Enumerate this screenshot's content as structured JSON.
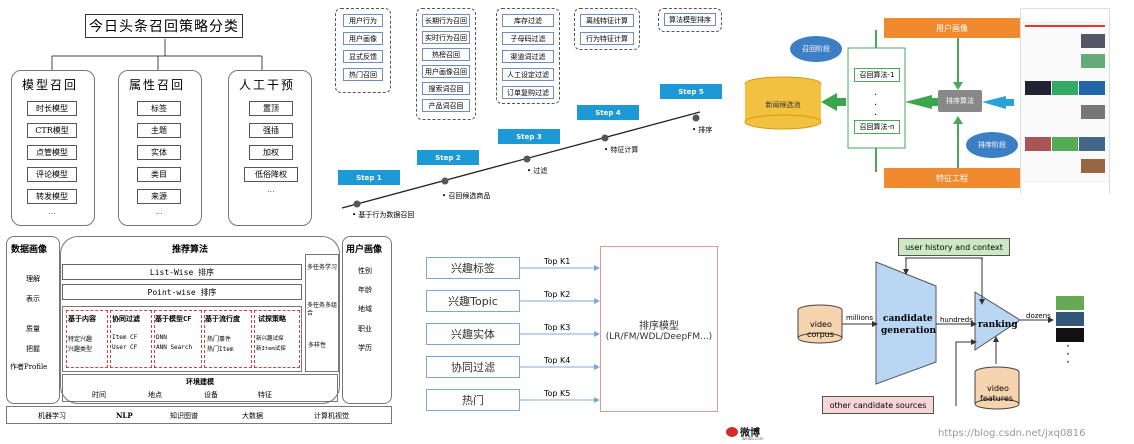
{
  "panel1": {
    "title": "今日头条召回策略分类",
    "groups": [
      {
        "label": "模型召回",
        "items": [
          "时长模型",
          "CTR模型",
          "点管模型",
          "评论模型",
          "转发模型",
          "..."
        ]
      },
      {
        "label": "属性召回",
        "items": [
          "标签",
          "主题",
          "实体",
          "类目",
          "来源",
          "..."
        ]
      },
      {
        "label": "人工干预",
        "items": [
          "置顶",
          "强插",
          "加权",
          "低俗降权",
          "..."
        ]
      }
    ]
  },
  "panel2": {
    "col1": [
      "用户行为",
      "用户画像",
      "显式反馈",
      "热门召回"
    ],
    "col2": [
      "长期行为召回",
      "实时行为召回",
      "热榜召回",
      "用户画像召回",
      "搜索词召回",
      "产品词召回"
    ],
    "col3": [
      "库存过滤",
      "子母码过滤",
      "渠道词过滤",
      "人工设定过滤",
      "订单复购过滤"
    ],
    "col4": [
      "离线特征计算",
      "行为特征计算"
    ],
    "col5": [
      "算法模型排序"
    ],
    "steps": [
      "Step 1",
      "Step 2",
      "Step 3",
      "Step 4",
      "Step 5"
    ],
    "point_labels": [
      "基于行为数据召回",
      "召回候选商品",
      "过滤",
      "特征计算",
      "排序"
    ]
  },
  "panel3": {
    "recall_stage": "召回阶段",
    "rank_stage": "排序阶段",
    "user_profile": "用户画像",
    "feature_eng": "特征工程",
    "news_pool": "新闻候选池",
    "algo1": "召回算法-1",
    "algoN": "召回算法-n",
    "rank_algo": "排序算法",
    "dots": "·"
  },
  "panel4": {
    "data_profile": "数据画像",
    "left_items": [
      "理解",
      "表示",
      "质量",
      "把握",
      "作者Profile"
    ],
    "rec_algo": "推荐算法",
    "listwise": "List-Wise 排序",
    "pointwise": "Point-wise 排序",
    "sub_boxes": [
      {
        "title": "基于内容",
        "lines": [
          "特定兴趣",
          "兴趣类型"
        ]
      },
      {
        "title": "协同过滤",
        "lines": [
          "Item CF",
          "User CF"
        ]
      },
      {
        "title": "基于模型CF",
        "lines": [
          "DNN",
          "ANN Search"
        ]
      },
      {
        "title": "基于流行度",
        "lines": [
          "热门事件",
          "热门Item"
        ]
      },
      {
        "title": "试探策略",
        "lines": [
          "新兴趣试探",
          "新Item试探"
        ]
      }
    ],
    "multi_task": "多任务学习",
    "multi_model": "多任务多组合",
    "diversity": "多样性",
    "user_profile": "用户画像",
    "right_items": [
      "性别",
      "年龄",
      "地域",
      "职业",
      "学历"
    ],
    "env": "环境建模",
    "env_items": [
      "时间",
      "地点",
      "设备",
      "特征"
    ],
    "bottom": [
      "机器学习",
      "NLP",
      "知识图谱",
      "大数据",
      "计算机视觉"
    ]
  },
  "panel5": {
    "interests": [
      "兴趣标签",
      "兴趣Topic",
      "兴趣实体",
      "协同过滤",
      "热门"
    ],
    "topk": [
      "Top K1",
      "Top K2",
      "Top K3",
      "Top K4",
      "Top K5"
    ],
    "model_line1": "排序模型",
    "model_line2": "(LR/FM/WDL/DeepFM...)"
  },
  "panel6": {
    "history": "user history and context",
    "corpus1": "video",
    "corpus2": "corpus",
    "millions": "millions",
    "cand1": "candidate",
    "cand2": "generation",
    "hundreds": "hundreds",
    "ranking": "ranking",
    "dozens": "dozens",
    "other": "other candidate sources",
    "feat1": "video",
    "feat2": "features"
  },
  "watermark": "https://blog.csdn.net/jxq0816",
  "weibo": "微博",
  "weibo_sub": "weibo.com"
}
